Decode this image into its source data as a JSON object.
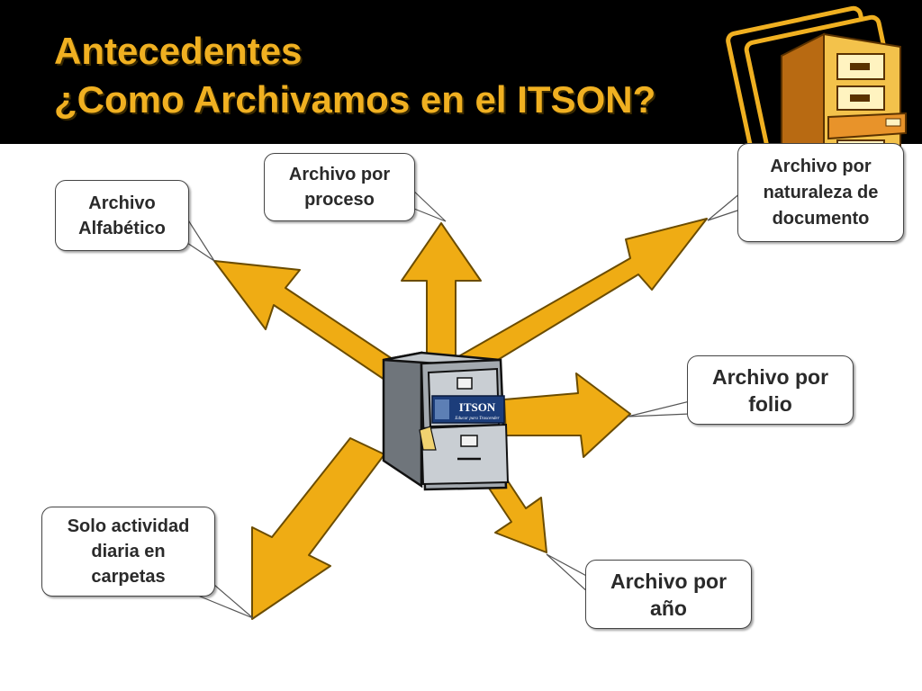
{
  "slide": {
    "title_line1": "Antecedentes",
    "title_line2": "¿Como Archivamos en el ITSON?"
  },
  "cabinet": {
    "label": "ITSON",
    "motto": "Educar para Trascender",
    "icon": "filing-cabinet-icon"
  },
  "decoration": {
    "icon": "open-drawer-cabinet-clipart"
  },
  "callouts": {
    "alfabetico": "Archivo\nAlfabético",
    "proceso": "Archivo por\nproceso",
    "naturaleza": "Archivo por\nnaturaleza de\ndocumento",
    "folio": "Archivo por\nfolio",
    "solo_actividad": "Solo actividad\ndiaria en\ncarpetas",
    "anio": "Archivo por\naño"
  },
  "colors": {
    "title_text": "#f0b021",
    "title_background": "#000000",
    "arrow_fill": "#efac14",
    "arrow_outline": "#6b4c00",
    "cabinet_body": "#9aa0a6",
    "cabinet_label": "#1c3d7a"
  }
}
